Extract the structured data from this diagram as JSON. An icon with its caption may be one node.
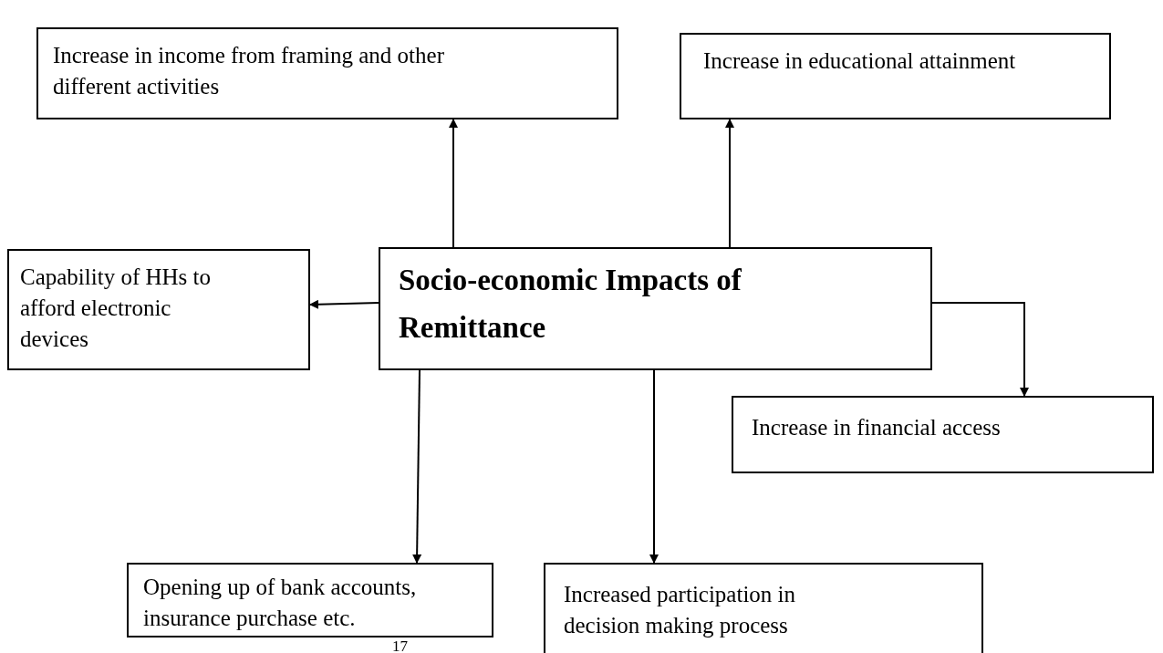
{
  "diagram": {
    "nodes": [
      {
        "text": [
          "Socio-economic Impacts of Remittance"
        ]
      },
      {
        "text": [
          "Increase in income from framing and other different activities"
        ]
      },
      {
        "text": [
          "Increase in educational attainment"
        ]
      },
      {
        "text": [
          "Capability of HHs to afford electronic devices"
        ]
      },
      {
        "text": [
          "Increase in financial access"
        ]
      },
      {
        "text": [
          "Opening up of bank accounts, insurance purchase etc."
        ]
      },
      {
        "text": [
          "Increased participation in decision making process"
        ]
      }
    ],
    "edges": [
      {
        "from": 0,
        "to": 1,
        "arrow": "to"
      },
      {
        "from": 0,
        "to": 2,
        "arrow": "to"
      },
      {
        "from": 0,
        "to": 3,
        "arrow": "to"
      },
      {
        "from": 0,
        "to": 4,
        "arrow": "to"
      },
      {
        "from": 0,
        "to": 5,
        "arrow": "to"
      },
      {
        "from": 0,
        "to": 6,
        "arrow": "to"
      }
    ],
    "labels": [
      "17"
    ]
  }
}
